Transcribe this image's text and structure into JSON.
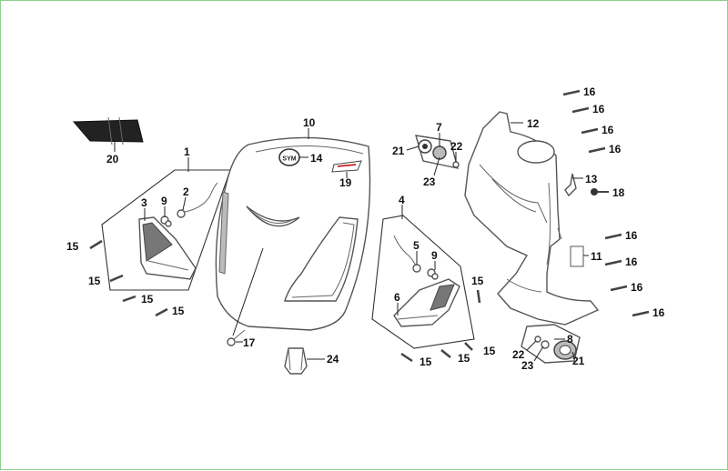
{
  "diagram": {
    "callouts": {
      "c1": "1",
      "c2": "2",
      "c3": "3",
      "c4": "4",
      "c5": "5",
      "c6": "6",
      "c7": "7",
      "c8": "8",
      "c9a": "9",
      "c9b": "9",
      "c10": "10",
      "c11": "11",
      "c12": "12",
      "c13": "13",
      "c14": "14",
      "c15a": "15",
      "c15b": "15",
      "c15c": "15",
      "c15d": "15",
      "c15e": "15",
      "c15f": "15",
      "c15g": "15",
      "c15h": "15",
      "c16a": "16",
      "c16b": "16",
      "c16c": "16",
      "c16d": "16",
      "c16e": "16",
      "c16f": "16",
      "c16g": "16",
      "c16h": "16",
      "c17": "17",
      "c18": "18",
      "c19": "19",
      "c20": "20",
      "c21a": "21",
      "c21b": "21",
      "c22a": "22",
      "c22b": "22",
      "c23a": "23",
      "c23b": "23",
      "c24": "24"
    },
    "emblem_text": "SYM"
  }
}
